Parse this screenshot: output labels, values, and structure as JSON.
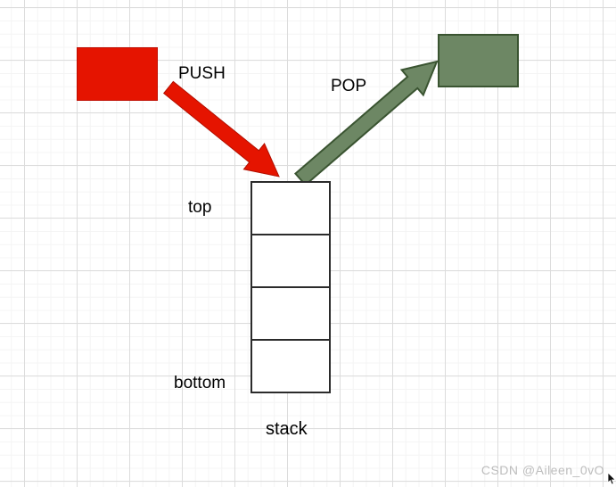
{
  "diagram": {
    "title_context": "stack push/pop diagram",
    "push_label": "PUSH",
    "pop_label": "POP",
    "top_label": "top",
    "bottom_label": "bottom",
    "stack_label": "stack",
    "stack_cells": 4
  },
  "watermark": {
    "text": "CSDN @Aileen_0vO"
  },
  "colors": {
    "push_block_fill": "#e51400",
    "push_block_stroke": "#c00c00",
    "push_arrow_stroke": "#b20f00",
    "pop_block_fill": "#6d8764",
    "pop_block_stroke": "#3a5431",
    "stack_border": "#2b2b2b",
    "grid_minor": "#f4f4f4",
    "grid_major": "#dcdcdc",
    "label_text": "#000000",
    "watermark_text": "#bdbdbd"
  }
}
